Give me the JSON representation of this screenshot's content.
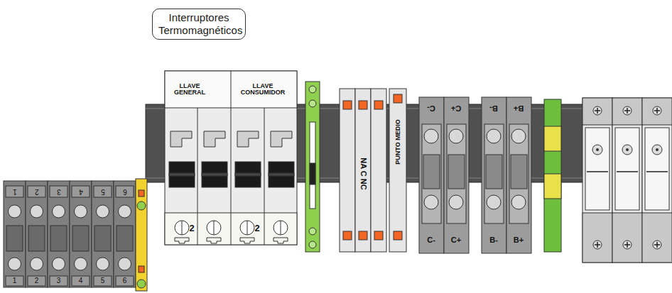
{
  "diagram": {
    "nodes": [
      {
        "text": [
          "Interruptores Termomagnéticos"
        ]
      }
    ],
    "labels": [
      "LLAVE GENERAL",
      "LLAVE CONSUMIDOR",
      "2",
      "2",
      "1",
      "2",
      "3",
      "4",
      "5",
      "6",
      "1",
      "2",
      "3",
      "4",
      "5",
      "6",
      "NA C NC",
      "PUNTO MEDIO",
      "C-",
      "C+",
      "B-",
      "B+",
      "C-",
      "C+",
      "B-",
      "B+"
    ]
  }
}
